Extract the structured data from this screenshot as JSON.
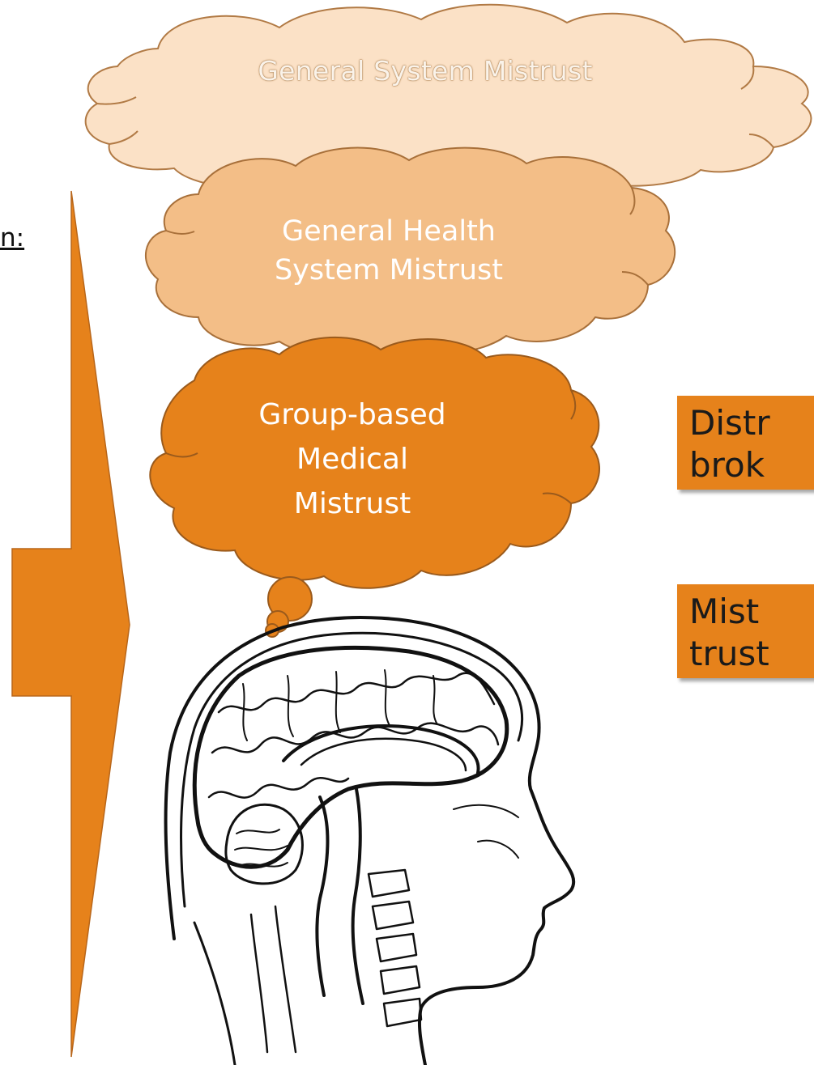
{
  "clouds": {
    "system": {
      "label": "General System Mistrust",
      "fill": "#fbe1c6"
    },
    "health": {
      "label": "General Health System Mistrust",
      "line1": "General Health",
      "line2": "System Mistrust",
      "fill": "#f3be87"
    },
    "group": {
      "label": "Group-based Medical Mistrust",
      "line1": "Group-based",
      "line2": "Medical",
      "line3": "Mistrust",
      "fill": "#e6821b"
    }
  },
  "left_fragment": "n:",
  "boxes": [
    {
      "text": "Distr\nbrok",
      "fill": "#e6821b"
    },
    {
      "text": "Mist\ntrust",
      "fill": "#e6821b"
    }
  ],
  "colors": {
    "accent": "#e6821b",
    "outline": "#a0632a"
  },
  "icons": {
    "arrow": "tapered-arrow-icon",
    "head": "brain-head-icon"
  }
}
